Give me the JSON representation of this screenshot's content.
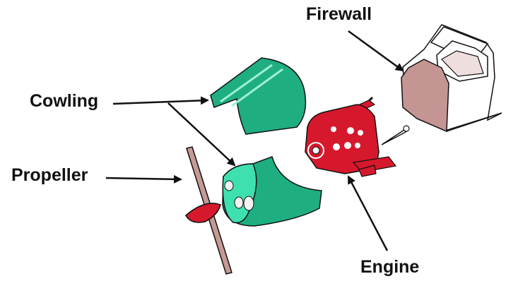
{
  "labels": {
    "firewall": "Firewall",
    "cowling": "Cowling",
    "propeller": "Propeller",
    "engine": "Engine"
  },
  "colors": {
    "cowling": "#1fae82",
    "cowling_light": "#3fe0b0",
    "engine": "#d6182c",
    "propeller_blade": "#c49a93",
    "spinner": "#d6182c",
    "firewall_face": "#c49593",
    "arrow": "#111111",
    "outline": "#111111"
  }
}
